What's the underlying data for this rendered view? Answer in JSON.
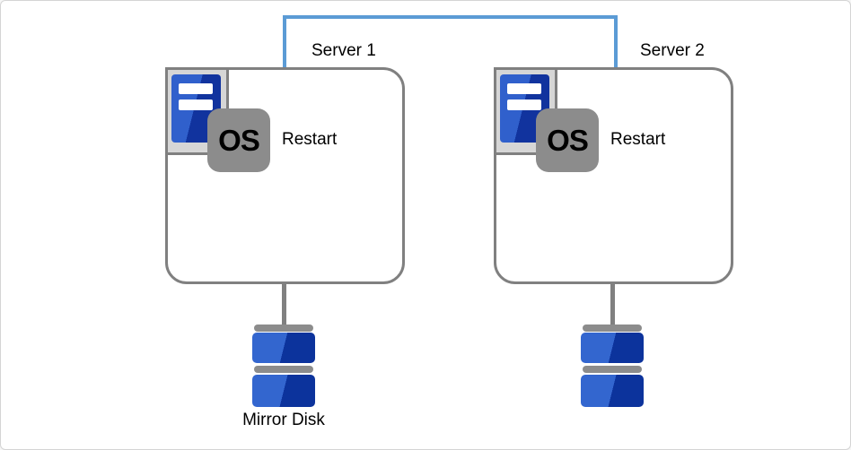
{
  "colors": {
    "accent-blue": "#5B9BD5",
    "border-gray": "#808080",
    "icon-gray": "#8C8C8C",
    "panel-gray": "#D6D6D6",
    "server-blue-light": "#3060CC",
    "server-blue-dark": "#11339E",
    "disk-blue-light": "#3366CF",
    "disk-blue-dark": "#0C339C"
  },
  "servers": [
    {
      "label": "Server 1",
      "os_badge": "OS",
      "action_label": "Restart",
      "disk_label": "Mirror Disk"
    },
    {
      "label": "Server 2",
      "os_badge": "OS",
      "action_label": "Restart"
    }
  ]
}
